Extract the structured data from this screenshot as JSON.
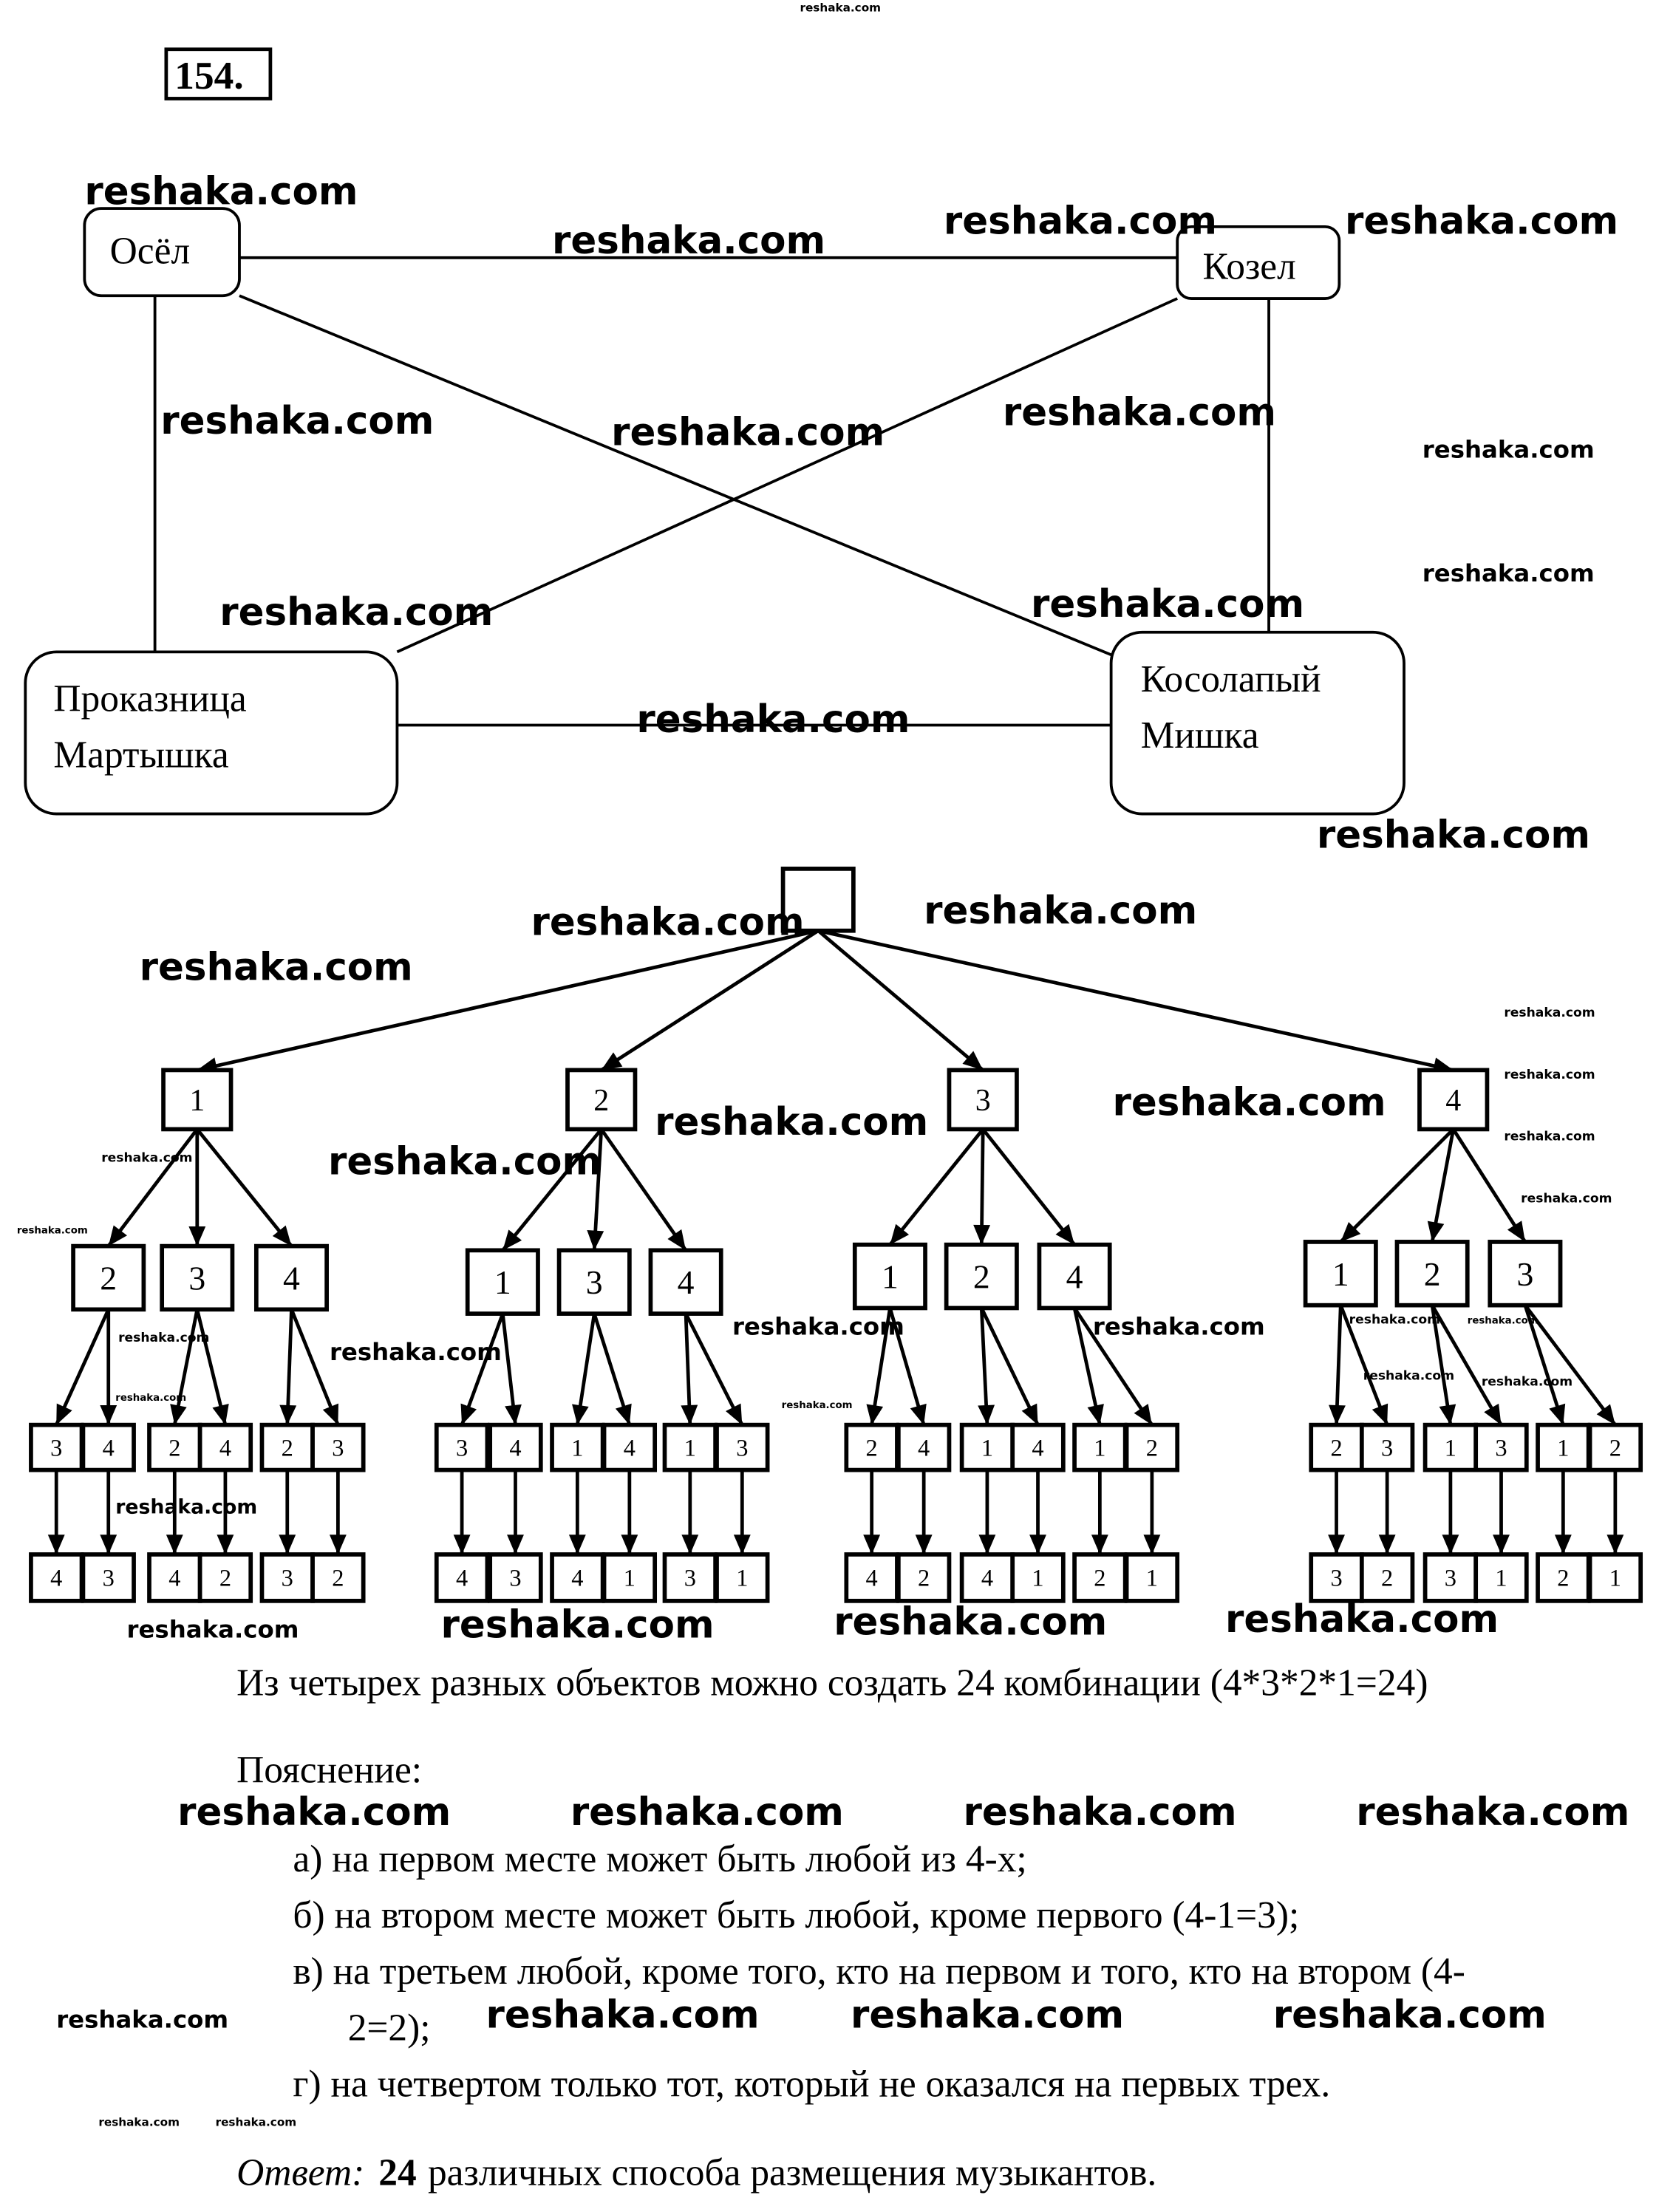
{
  "problem_number": "154.",
  "graph": {
    "nodes": {
      "osel": [
        "Осёл"
      ],
      "kozel": [
        "Козел"
      ],
      "martyshka": [
        "Проказница",
        "Мартышка"
      ],
      "mishka": [
        "Косолапый",
        "Мишка"
      ]
    }
  },
  "tree": {
    "root": "",
    "level1": [
      "1",
      "2",
      "3",
      "4"
    ],
    "level2": [
      [
        "2",
        "3",
        "4"
      ],
      [
        "1",
        "3",
        "4"
      ],
      [
        "1",
        "2",
        "4"
      ],
      [
        "1",
        "2",
        "3"
      ]
    ],
    "level3": [
      [
        [
          "3",
          "4"
        ],
        [
          "2",
          "4"
        ],
        [
          "2",
          "3"
        ]
      ],
      [
        [
          "3",
          "4"
        ],
        [
          "1",
          "4"
        ],
        [
          "1",
          "3"
        ]
      ],
      [
        [
          "2",
          "4"
        ],
        [
          "1",
          "4"
        ],
        [
          "1",
          "2"
        ]
      ],
      [
        [
          "2",
          "3"
        ],
        [
          "1",
          "3"
        ],
        [
          "1",
          "2"
        ]
      ]
    ],
    "level4": [
      [
        [
          "4",
          "3"
        ],
        [
          "4",
          "2"
        ],
        [
          "3",
          "2"
        ]
      ],
      [
        [
          "4",
          "3"
        ],
        [
          "4",
          "1"
        ],
        [
          "3",
          "1"
        ]
      ],
      [
        [
          "4",
          "2"
        ],
        [
          "4",
          "1"
        ],
        [
          "2",
          "1"
        ]
      ],
      [
        [
          "3",
          "2"
        ],
        [
          "3",
          "1"
        ],
        [
          "2",
          "1"
        ]
      ]
    ]
  },
  "text": {
    "summary": "Из четырех разных объектов можно создать 24 комбинации (4*3*2*1=24)",
    "explanation_title": "Пояснение:",
    "item_a": "а)  на первом месте может быть любой из 4-х;",
    "item_b": "б)   на втором месте может быть любой, кроме первого (4-1=3);",
    "item_v_line1": "в)  на третьем любой, кроме того, кто на первом и того, кто на втором (4-",
    "item_v_line2": "2=2);",
    "item_g": "г)  на четвертом только тот, который не оказался на первых трех.",
    "answer_label": "Ответ:",
    "answer_number": "24",
    "answer_rest": "различных способа  размещения музыкантов."
  },
  "watermark": "reshaka.com"
}
